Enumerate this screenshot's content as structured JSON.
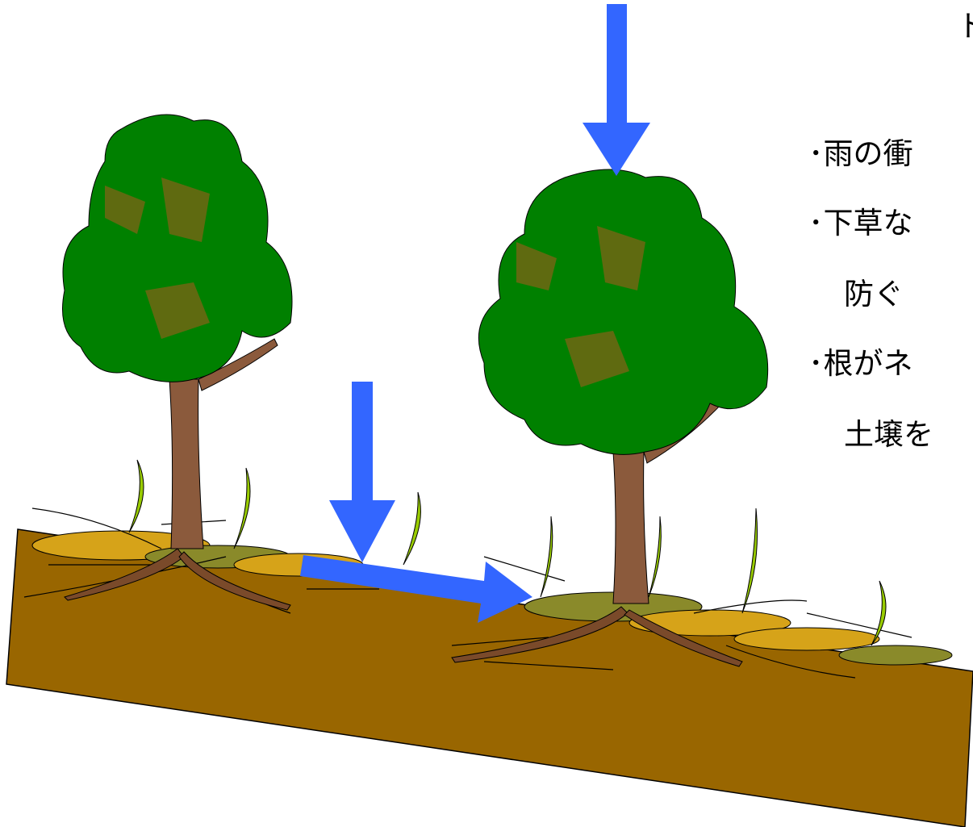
{
  "labels": {
    "top_fragment": "ト",
    "line1": "･雨の衝",
    "line2": "･下草な",
    "line3": "防ぐ",
    "line4": "･根がネ",
    "line5": "土壌を"
  },
  "colors": {
    "soil": "#996600",
    "litter_gold": "#d6a319",
    "litter_olive": "#8a8a2a",
    "foliage": "#008000",
    "foliage_shadow": "#5f6a10",
    "trunk": "#8b5a3c",
    "root": "#7a4a2a",
    "grass": "#99cc00",
    "arrow": "#3366ff"
  }
}
